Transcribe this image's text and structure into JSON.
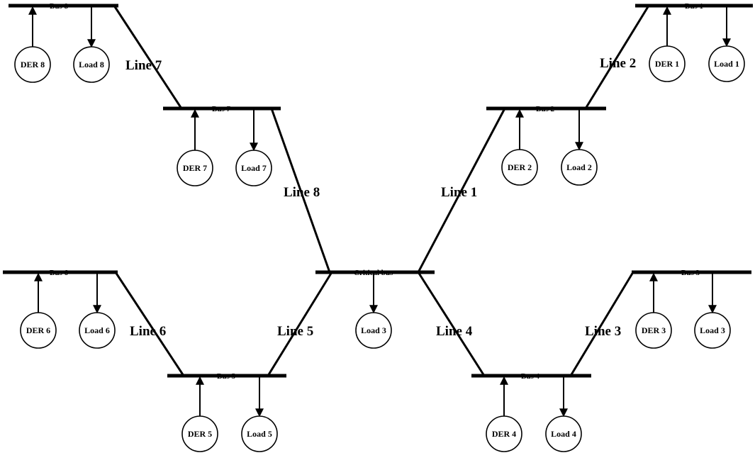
{
  "buses": {
    "bus8": "Bus 8",
    "bus7": "Bus 7",
    "bus1": "Bus 1",
    "bus2": "Bus 2",
    "bus6": "Bus 6",
    "critical": "Critical bus",
    "bus3": "Bus 3",
    "bus5": "Bus 5",
    "bus4": "Bus 4"
  },
  "lines": {
    "line1": "Line 1",
    "line2": "Line 2",
    "line3": "Line 3",
    "line4": "Line 4",
    "line5": "Line 5",
    "line6": "Line 6",
    "line7": "Line 7",
    "line8": "Line 8"
  },
  "ders": {
    "der1": "DER 1",
    "der2": "DER 2",
    "der3": "DER 3",
    "der4": "DER 4",
    "der5": "DER 5",
    "der6": "DER 6",
    "der7": "DER 7",
    "der8": "DER 8"
  },
  "loads": {
    "load1": "Load 1",
    "load2": "Load 2",
    "load3_critical": "Load 3",
    "load3": "Load 3",
    "load4": "Load 4",
    "load5": "Load 5",
    "load6": "Load 6",
    "load7": "Load 7",
    "load8": "Load 8"
  }
}
